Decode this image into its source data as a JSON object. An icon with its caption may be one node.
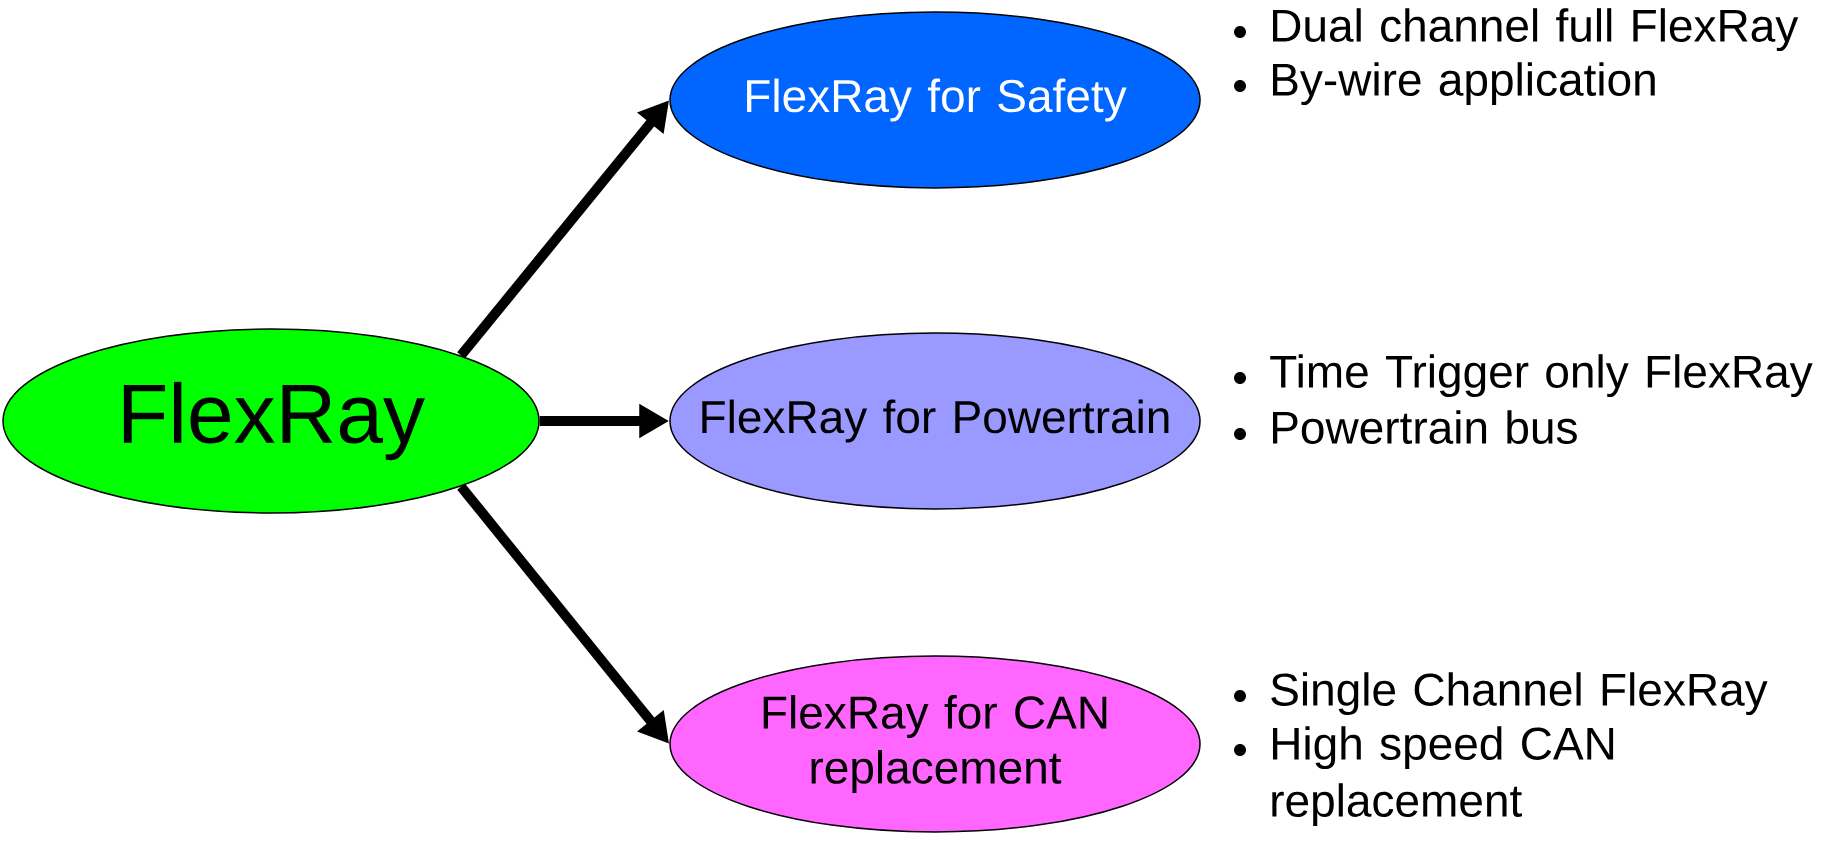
{
  "diagram": {
    "nodes": [
      {
        "text": [
          "FlexRay"
        ]
      },
      {
        "text": [
          "FlexRay for Safety"
        ],
        "beside": [
          "Dual channel full FlexRay",
          "By-wire application"
        ]
      },
      {
        "text": [
          "FlexRay for Powertrain"
        ],
        "beside": [
          "Time Trigger only FlexRay",
          "Powertrain bus"
        ]
      },
      {
        "text": [
          "FlexRay for CAN replacement"
        ],
        "beside": [
          "Single Channel FlexRay",
          "High speed CAN replacement"
        ]
      }
    ],
    "edges": [
      {
        "from": 0,
        "to": 1,
        "arrow": "to"
      },
      {
        "from": 0,
        "to": 2,
        "arrow": "to"
      },
      {
        "from": 0,
        "to": 3,
        "arrow": "to"
      }
    ]
  }
}
